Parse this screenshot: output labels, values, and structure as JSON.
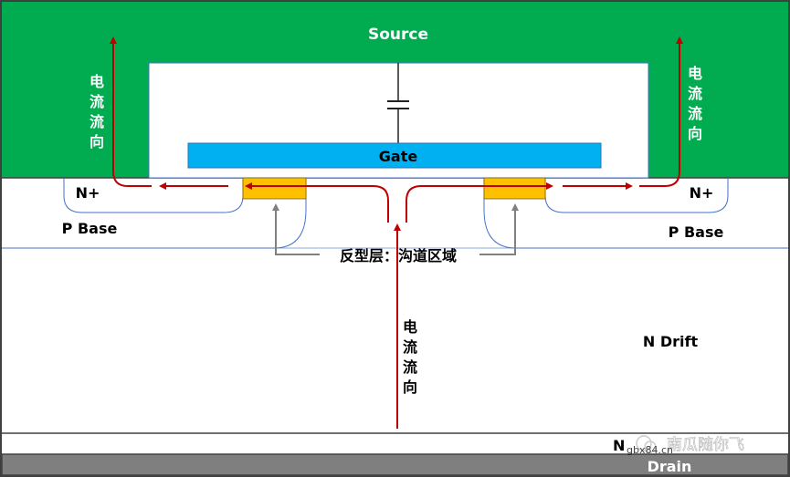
{
  "diagram": {
    "title": "MOSFET cross-section current flow",
    "regions": {
      "source": "Source",
      "gate": "Gate",
      "n_plus_left": "N+",
      "n_plus_right": "N+",
      "p_base_left": "P Base",
      "p_base_right": "P Base",
      "n_drift": "N Drift",
      "n_buffer": "N",
      "drain": "Drain"
    },
    "annotations": {
      "current_left": [
        "电",
        "流",
        "流",
        "向"
      ],
      "current_right": [
        "电",
        "流",
        "流",
        "向"
      ],
      "current_center": [
        "电",
        "流",
        "流",
        "向"
      ],
      "channel_label": "反型层：沟道区域"
    },
    "watermark": {
      "text": "南瓜随你飞",
      "subtext": "gbx84.cn"
    },
    "colors": {
      "source": "#00ac4f",
      "gate": "#00b0f0",
      "channel": "#ffc000",
      "current_arrow": "#c00000",
      "pointer_arrow": "#808080",
      "junction_line": "#4472c4",
      "drain": "#7f7f7f",
      "outline": "#404040"
    }
  }
}
